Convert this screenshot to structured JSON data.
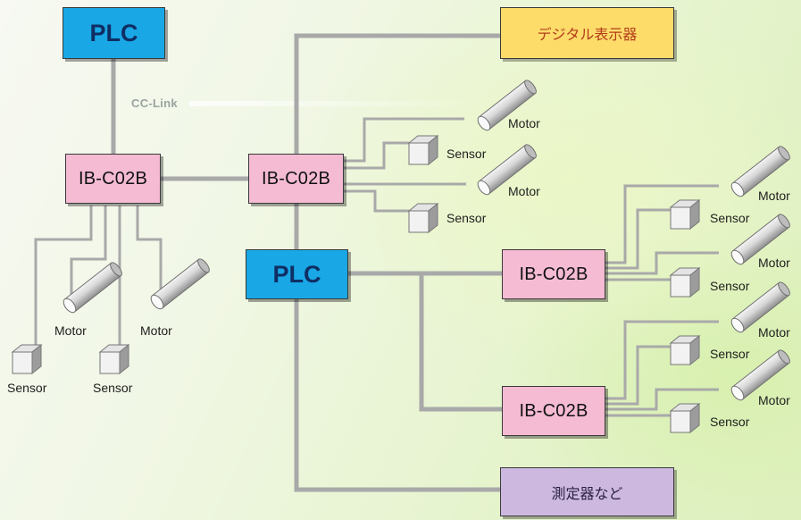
{
  "plc_top": "PLC",
  "plc_mid": "PLC",
  "network_label": "CC-Link",
  "ib_label": "IB-C02B",
  "display_label": "デジタル表示器",
  "measure_label": "測定器など",
  "motor_label": "Motor",
  "sensor_label": "Sensor",
  "colors": {
    "plc": "#19a7e6",
    "ib": "#f4bbd3",
    "display": "#fddc6a",
    "measure": "#cdb9e0",
    "line": "#a9a9a9"
  }
}
